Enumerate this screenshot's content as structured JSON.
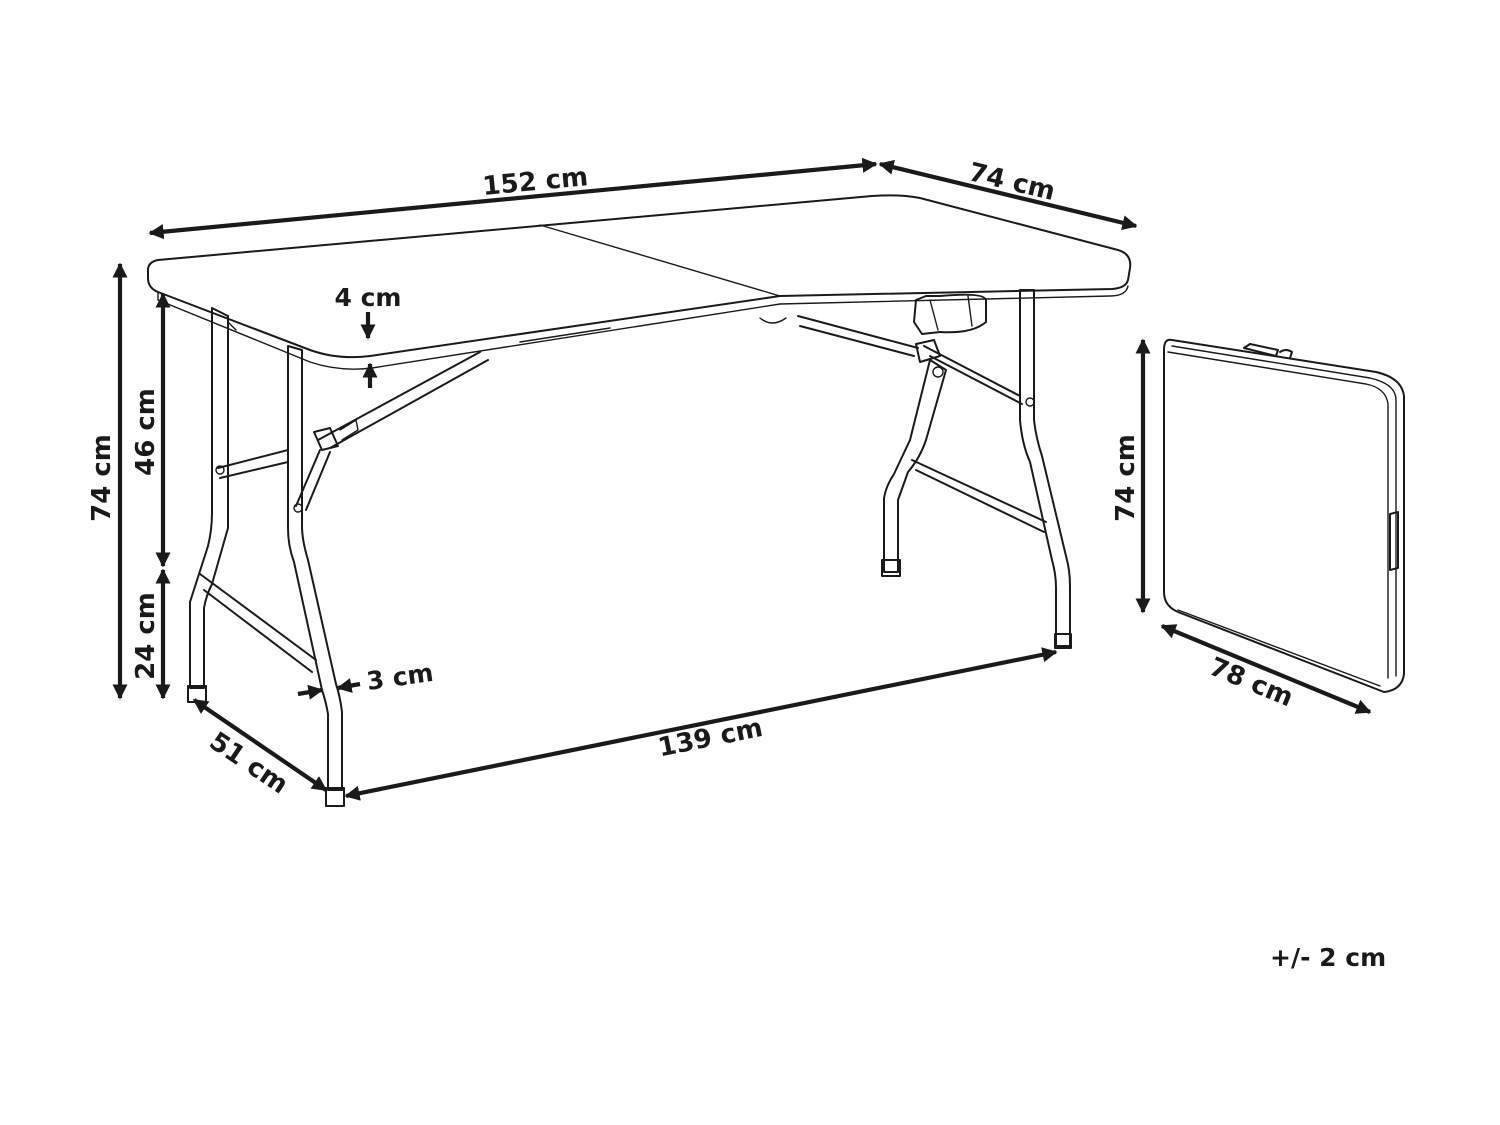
{
  "dimensions": {
    "top_length": "152 cm",
    "top_depth": "74 cm",
    "total_height": "74 cm",
    "upper_leg_height": "46 cm",
    "lower_leg_height": "24 cm",
    "top_thickness": "4 cm",
    "tube_width": "3 cm",
    "leg_depth": "51 cm",
    "leg_span": "139 cm",
    "folded_height": "74 cm",
    "folded_width": "78 cm"
  },
  "tolerance": "+/- 2 cm",
  "colors": {
    "line": "#1a1a1a",
    "background": "#ffffff"
  }
}
